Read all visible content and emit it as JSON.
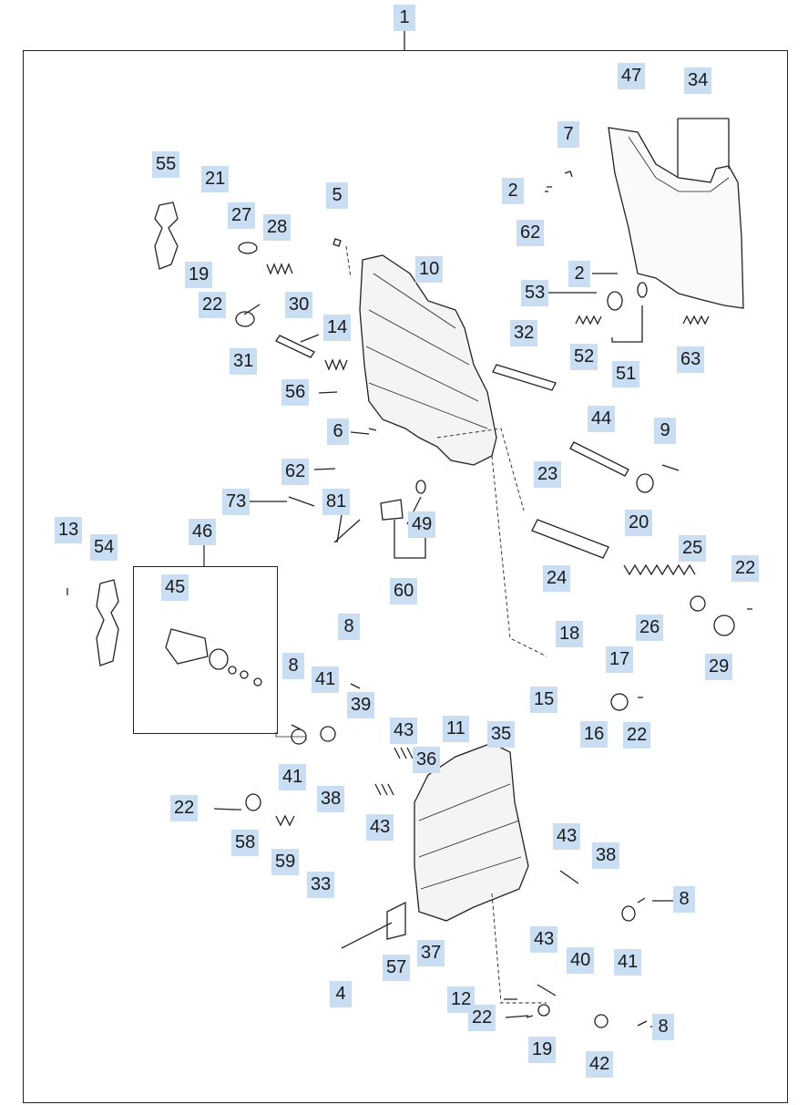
{
  "diagram": {
    "callouts": [
      {
        "id": "c1",
        "text": "1"
      },
      {
        "id": "c47",
        "text": "47"
      },
      {
        "id": "c34",
        "text": "34"
      },
      {
        "id": "c7",
        "text": "7"
      },
      {
        "id": "c2a",
        "text": "2"
      },
      {
        "id": "c62a",
        "text": "62"
      },
      {
        "id": "c55",
        "text": "55"
      },
      {
        "id": "c21",
        "text": "21"
      },
      {
        "id": "c5",
        "text": "5"
      },
      {
        "id": "c27",
        "text": "27"
      },
      {
        "id": "c28",
        "text": "28"
      },
      {
        "id": "c19a",
        "text": "19"
      },
      {
        "id": "c10",
        "text": "10"
      },
      {
        "id": "c2b",
        "text": "2"
      },
      {
        "id": "c53",
        "text": "53"
      },
      {
        "id": "c22a",
        "text": "22"
      },
      {
        "id": "c30",
        "text": "30"
      },
      {
        "id": "c14",
        "text": "14"
      },
      {
        "id": "c32",
        "text": "32"
      },
      {
        "id": "c52",
        "text": "52"
      },
      {
        "id": "c31",
        "text": "31"
      },
      {
        "id": "c51",
        "text": "51"
      },
      {
        "id": "c63",
        "text": "63"
      },
      {
        "id": "c56",
        "text": "56"
      },
      {
        "id": "c44",
        "text": "44"
      },
      {
        "id": "c9",
        "text": "9"
      },
      {
        "id": "c6",
        "text": "6"
      },
      {
        "id": "c62b",
        "text": "62"
      },
      {
        "id": "c23",
        "text": "23"
      },
      {
        "id": "c73",
        "text": "73"
      },
      {
        "id": "c81",
        "text": "81"
      },
      {
        "id": "c20",
        "text": "20"
      },
      {
        "id": "c49",
        "text": "49"
      },
      {
        "id": "c13",
        "text": "13"
      },
      {
        "id": "c46",
        "text": "46"
      },
      {
        "id": "c54",
        "text": "54"
      },
      {
        "id": "c24",
        "text": "24"
      },
      {
        "id": "c25",
        "text": "25"
      },
      {
        "id": "c22b",
        "text": "22"
      },
      {
        "id": "c60",
        "text": "60"
      },
      {
        "id": "c45",
        "text": "45"
      },
      {
        "id": "c26",
        "text": "26"
      },
      {
        "id": "c8a",
        "text": "8"
      },
      {
        "id": "c18",
        "text": "18"
      },
      {
        "id": "c29",
        "text": "29"
      },
      {
        "id": "c8b",
        "text": "8"
      },
      {
        "id": "c41a",
        "text": "41"
      },
      {
        "id": "c17",
        "text": "17"
      },
      {
        "id": "c39",
        "text": "39"
      },
      {
        "id": "c15",
        "text": "15"
      },
      {
        "id": "c43a",
        "text": "43"
      },
      {
        "id": "c11",
        "text": "11"
      },
      {
        "id": "c35",
        "text": "35"
      },
      {
        "id": "c16",
        "text": "16"
      },
      {
        "id": "c22c",
        "text": "22"
      },
      {
        "id": "c36",
        "text": "36"
      },
      {
        "id": "c41b",
        "text": "41"
      },
      {
        "id": "c38a",
        "text": "38"
      },
      {
        "id": "c22d",
        "text": "22"
      },
      {
        "id": "c43b",
        "text": "43"
      },
      {
        "id": "c58",
        "text": "58"
      },
      {
        "id": "c43c",
        "text": "43"
      },
      {
        "id": "c59",
        "text": "59"
      },
      {
        "id": "c38b",
        "text": "38"
      },
      {
        "id": "c33",
        "text": "33"
      },
      {
        "id": "c8c",
        "text": "8"
      },
      {
        "id": "c37",
        "text": "37"
      },
      {
        "id": "c43d",
        "text": "43"
      },
      {
        "id": "c41c",
        "text": "41"
      },
      {
        "id": "c40",
        "text": "40"
      },
      {
        "id": "c57",
        "text": "57"
      },
      {
        "id": "c4",
        "text": "4"
      },
      {
        "id": "c12",
        "text": "12"
      },
      {
        "id": "c22e",
        "text": "22"
      },
      {
        "id": "c8d",
        "text": "8"
      },
      {
        "id": "c19b",
        "text": "19"
      },
      {
        "id": "c42",
        "text": "42"
      }
    ]
  }
}
